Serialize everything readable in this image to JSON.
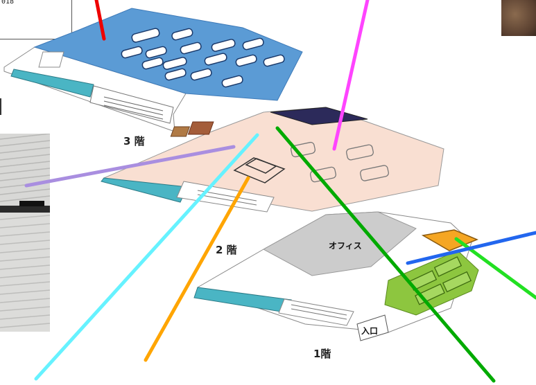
{
  "floors": {
    "floor3": {
      "label": "3 階"
    },
    "floor2": {
      "label": "2 階"
    },
    "floor1": {
      "label": "1階",
      "office_label": "オフィス",
      "entrance_label": "入口"
    }
  },
  "note": {
    "text": "018"
  },
  "colors": {
    "floor3_area": "#5b9bd5",
    "floor2_area": "#f9dfd2",
    "floor1_office": "#cccccc",
    "floor1_lounge": "#8dc63f",
    "floor1_orange": "#f5a623",
    "stairs_teal": "#4ab5c4",
    "line_red": "#ee0000",
    "line_magenta": "#ff44ff",
    "line_purple": "#a98ee0",
    "line_cyan": "#66f2ff",
    "line_orange": "#ffa500",
    "line_green": "#00aa00",
    "line_lime": "#22e022",
    "line_blue": "#2266ee"
  }
}
